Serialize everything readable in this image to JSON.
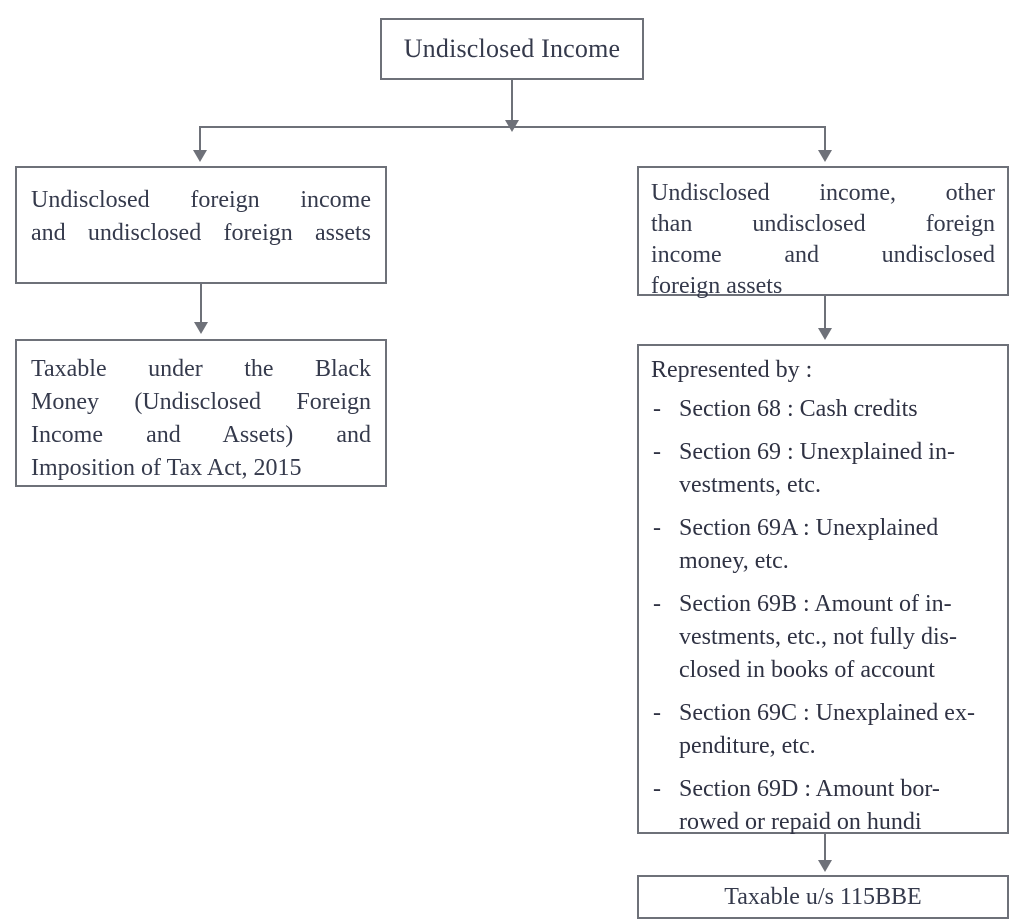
{
  "diagram": {
    "type": "flowchart",
    "title_node": {
      "label": "Undisclosed Income"
    },
    "left_branch": {
      "node_1": {
        "line_1": "Undisclosed foreign income",
        "line_2": "and undisclosed foreign assets"
      },
      "node_2": {
        "line_1": "Taxable under the Black",
        "line_2": "Money (Undisclosed Foreign",
        "line_3": "Income and Assets) and",
        "line_4": "Imposition of Tax Act, 2015"
      }
    },
    "right_branch": {
      "node_1": {
        "line_1": "Undisclosed income, other",
        "line_2": "than undisclosed foreign",
        "line_3": "income and undisclosed",
        "line_4": "foreign assets"
      },
      "node_2": {
        "lead": "Represented by :",
        "dash": "-",
        "items": [
          {
            "line_1": "Section 68 :  Cash credits"
          },
          {
            "line_1": "Section 69 :  Unexplained in-",
            "line_2": "vestments, etc."
          },
          {
            "line_1": "Section 69A :   Unexplained",
            "line_2": "money, etc."
          },
          {
            "line_1": "Section 69B : Amount of in-",
            "line_2": "vestments, etc., not fully dis-",
            "line_3": "closed in books of account"
          },
          {
            "line_1": "Section 69C : Unexplained ex-",
            "line_2": "penditure, etc."
          },
          {
            "line_1": "Section 69D : Amount bor-",
            "line_2": "rowed or repaid on hundi"
          }
        ]
      },
      "node_3": {
        "label": "Taxable u/s 115BBE"
      }
    },
    "colors": {
      "border": "#6e7179",
      "text": "#353a4c",
      "background": "#ffffff"
    }
  }
}
